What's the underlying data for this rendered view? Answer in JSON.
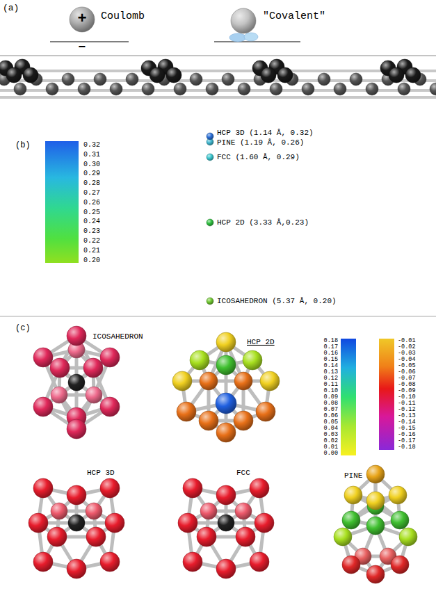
{
  "diagram": {
    "labels": [
      "(a)",
      "+",
      "Coulomb",
      "\"Covalent\"",
      "−",
      "(b)",
      "0.32",
      "0.31",
      "0.30",
      "0.29",
      "0.28",
      "0.27",
      "0.26",
      "0.25",
      "0.24",
      "0.23",
      "0.22",
      "0.21",
      "0.20",
      "HCP 3D (1.14 Å, 0.32)",
      "PINE (1.19 Å, 0.26)",
      "FCC (1.60 Å, 0.29)",
      "HCP 2D (3.33 Å,0.23)",
      "ICOSAHEDRON (5.37 Å, 0.20)",
      "(c)",
      "ICOSAHEDRON",
      "HCP 2D",
      "0.18",
      "0.17",
      "0.16",
      "0.15",
      "0.14",
      "0.13",
      "0.12",
      "0.11",
      "0.10",
      "0.09",
      "0.08",
      "0.07",
      "0.06",
      "0.05",
      "0.04",
      "0.03",
      "0.02",
      "0.01",
      "0.00",
      "-0.01",
      "-0.02",
      "-0.03",
      "-0.04",
      "-0.05",
      "-0.06",
      "-0.07",
      "-0.08",
      "-0.09",
      "-0.10",
      "-0.11",
      "-0.12",
      "-0.13",
      "-0.14",
      "-0.15",
      "-0.16",
      "-0.17",
      "-0.18",
      "HCP 3D",
      "FCC",
      "PINE"
    ]
  }
}
